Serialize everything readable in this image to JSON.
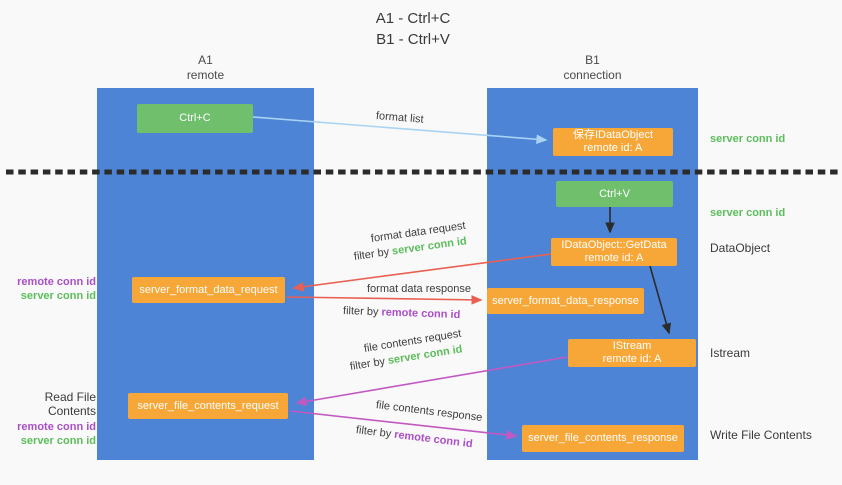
{
  "title": {
    "line1": "A1 - Ctrl+C",
    "line2": "B1 - Ctrl+V"
  },
  "lanes": {
    "left": {
      "id": "A1",
      "name": "remote"
    },
    "right": {
      "id": "B1",
      "name": "connection"
    }
  },
  "nodes": {
    "ctrl_c": {
      "label": "Ctrl+C"
    },
    "ctrl_v": {
      "label": "Ctrl+V"
    },
    "save_dataobject": {
      "line1": "保存IDataObject",
      "line2": "remote id: A"
    },
    "getdata": {
      "line1": "IDataObject::GetData",
      "line2": "remote id: A"
    },
    "istream": {
      "line1": "IStream",
      "line2": "remote id: A"
    },
    "format_request": {
      "label": "server_format_data_request"
    },
    "format_response": {
      "label": "server_format_data_response"
    },
    "file_request": {
      "label": "server_file_contents_request"
    },
    "file_response": {
      "label": "server_file_contents_response"
    }
  },
  "arrow_labels": {
    "format_list": "format list",
    "format_data_request": {
      "main": "format data request",
      "filter_prefix": "filter by ",
      "filter_key": "server conn id"
    },
    "format_data_response": {
      "main": "format data response",
      "filter_prefix": "filter by ",
      "filter_key": "remote conn id"
    },
    "file_contents_request": {
      "main": "file contents request",
      "filter_prefix": "filter by ",
      "filter_key": "server conn id"
    },
    "file_contents_response": {
      "main": "file contents response",
      "filter_prefix": "filter by ",
      "filter_key": "remote conn id"
    }
  },
  "side_labels": {
    "left_format": {
      "remote": "remote conn id",
      "server": "server conn id"
    },
    "left_file": {
      "title": "Read File Contents",
      "remote": "remote conn id",
      "server": "server conn id"
    },
    "right_save": "server conn id",
    "right_ctrlv": "server conn id",
    "right_dataobject": "DataObject",
    "right_istream": "Istream",
    "right_write": "Write File Contents"
  },
  "colors": {
    "lane_blue": "#4d84d6",
    "node_green": "#6fbf6c",
    "node_orange": "#f7a737",
    "text_green": "#5cbd5c",
    "text_purple": "#ab4fc8",
    "arrow_red": "#e96052",
    "arrow_magenta": "#c259c2",
    "arrow_blue": "#a9d3f2",
    "arrow_black": "#2b2b2b"
  }
}
